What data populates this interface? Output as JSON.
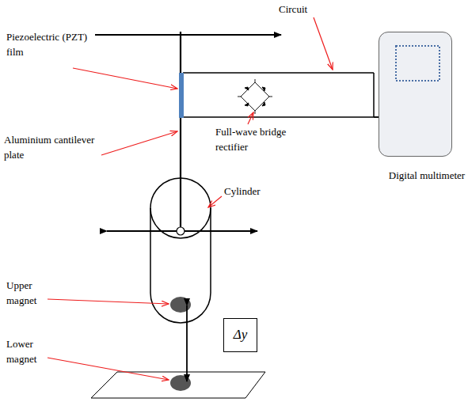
{
  "diagram": {
    "nodes": [
      {
        "text": [
          "Digital multimeter"
        ]
      },
      {
        "text": [
          "Δy"
        ]
      }
    ],
    "labels": [
      "Circuit",
      "Piezoelectric (PZT) film",
      "Aluminium cantilever plate",
      "Full-wave bridge rectifier",
      "Cylinder",
      "Upper magnet",
      "Lower magnet"
    ]
  }
}
